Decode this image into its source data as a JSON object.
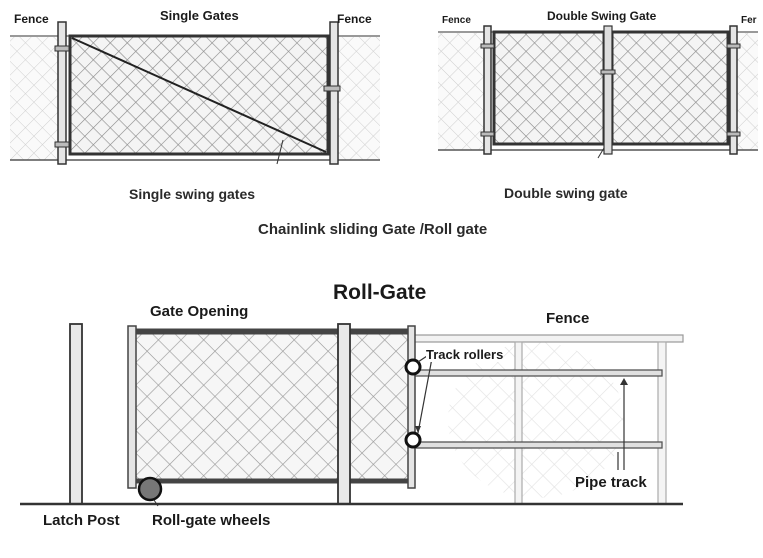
{
  "single_gate": {
    "title": "Single Gates",
    "left_fence": "Fence",
    "right_fence": "Fence",
    "caption": "Single swing gates"
  },
  "double_gate": {
    "title": "Double Swing Gate",
    "left_fence": "Fence",
    "right_fence": "Fer",
    "caption": "Double swing gate"
  },
  "section_heading": "Chainlink sliding Gate /Roll gate",
  "roll_gate": {
    "title": "Roll-Gate",
    "gate_opening": "Gate Opening",
    "fence": "Fence",
    "track_rollers": "Track rollers",
    "pipe_track": "Pipe track",
    "latch_post": "Latch Post",
    "wheels": "Roll-gate wheels"
  }
}
